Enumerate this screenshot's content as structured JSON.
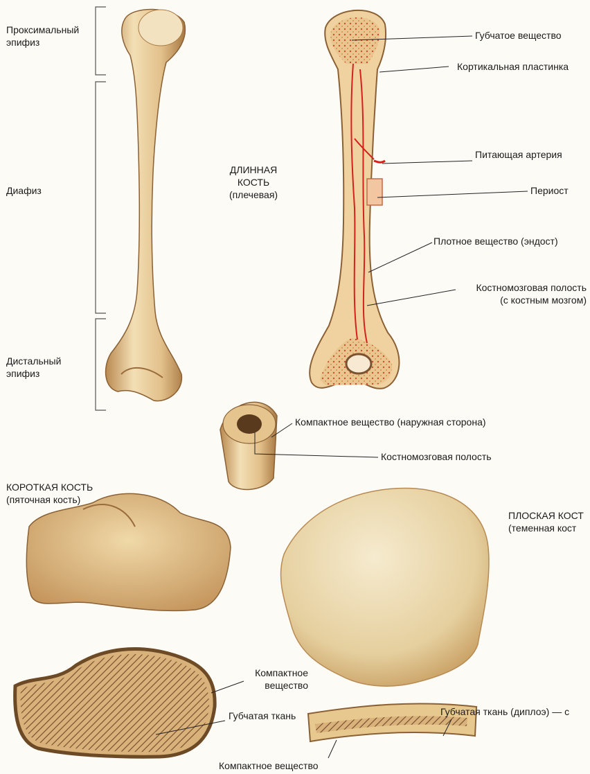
{
  "labels": {
    "proximal_epiphysis": [
      "Проксимальный",
      "эпифиз"
    ],
    "diaphysis": "Диафиз",
    "distal_epiphysis": [
      "Дистальный",
      "эпифиз"
    ],
    "long_bone": [
      "ДЛИННАЯ",
      "КОСТЬ",
      "(плечевая)"
    ],
    "spongy_substance": "Губчатое вещество",
    "cortical_plate": "Кортикальная пластинка",
    "nutrient_artery": "Питающая артерия",
    "periosteum": "Периост",
    "dense_substance": "Плотное вещество (эндост)",
    "marrow_cavity": [
      "Костномозговая полость",
      "(с костным мозгом)"
    ],
    "compact_outer": "Компактное вещество (наружная сторона)",
    "marrow_cavity_2": "Костномозговая полость",
    "short_bone": [
      "КОРОТКАЯ КОСТЬ",
      "(пяточная кость)"
    ],
    "flat_bone": [
      "ПЛОСКАЯ КОСТ",
      "(теменная кост"
    ],
    "compact_short": [
      "Компактное",
      "вещество"
    ],
    "spongy_tissue": "Губчатая ткань",
    "diploe": "Губчатая ткань (диплоэ) — с",
    "compact_flat": "Компактное вещество"
  },
  "colors": {
    "bone": "#e9cf9c",
    "bone_shade": "#c99a5e",
    "marrow": "#f2c79a",
    "artery": "#d6201c"
  }
}
